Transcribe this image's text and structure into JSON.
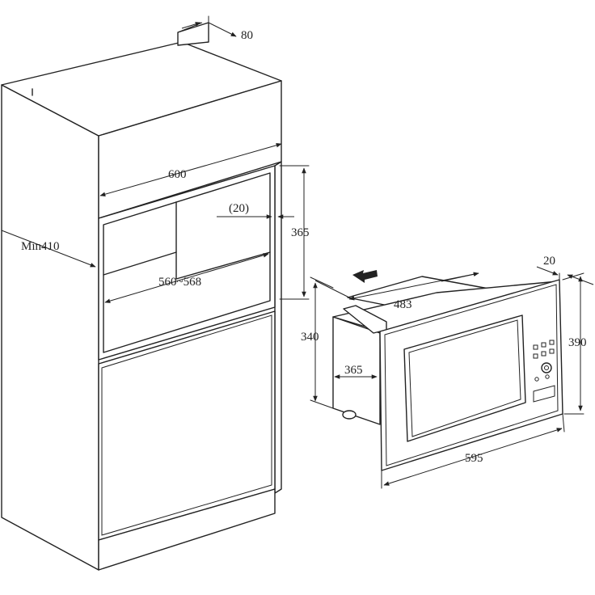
{
  "diagram": {
    "colors": {
      "line": "#222222",
      "background": "#ffffff"
    },
    "dimensions": {
      "top_depth": "80",
      "cabinet_width": "600",
      "recess_side": "(20)",
      "niche_height": "365",
      "side_depth": "Min410",
      "niche_width": "560~568",
      "oven_depth": "483",
      "frame_depth": "20",
      "oven_body_height": "340",
      "frame_height": "390",
      "oven_body_width": "365",
      "frame_width": "595"
    }
  }
}
